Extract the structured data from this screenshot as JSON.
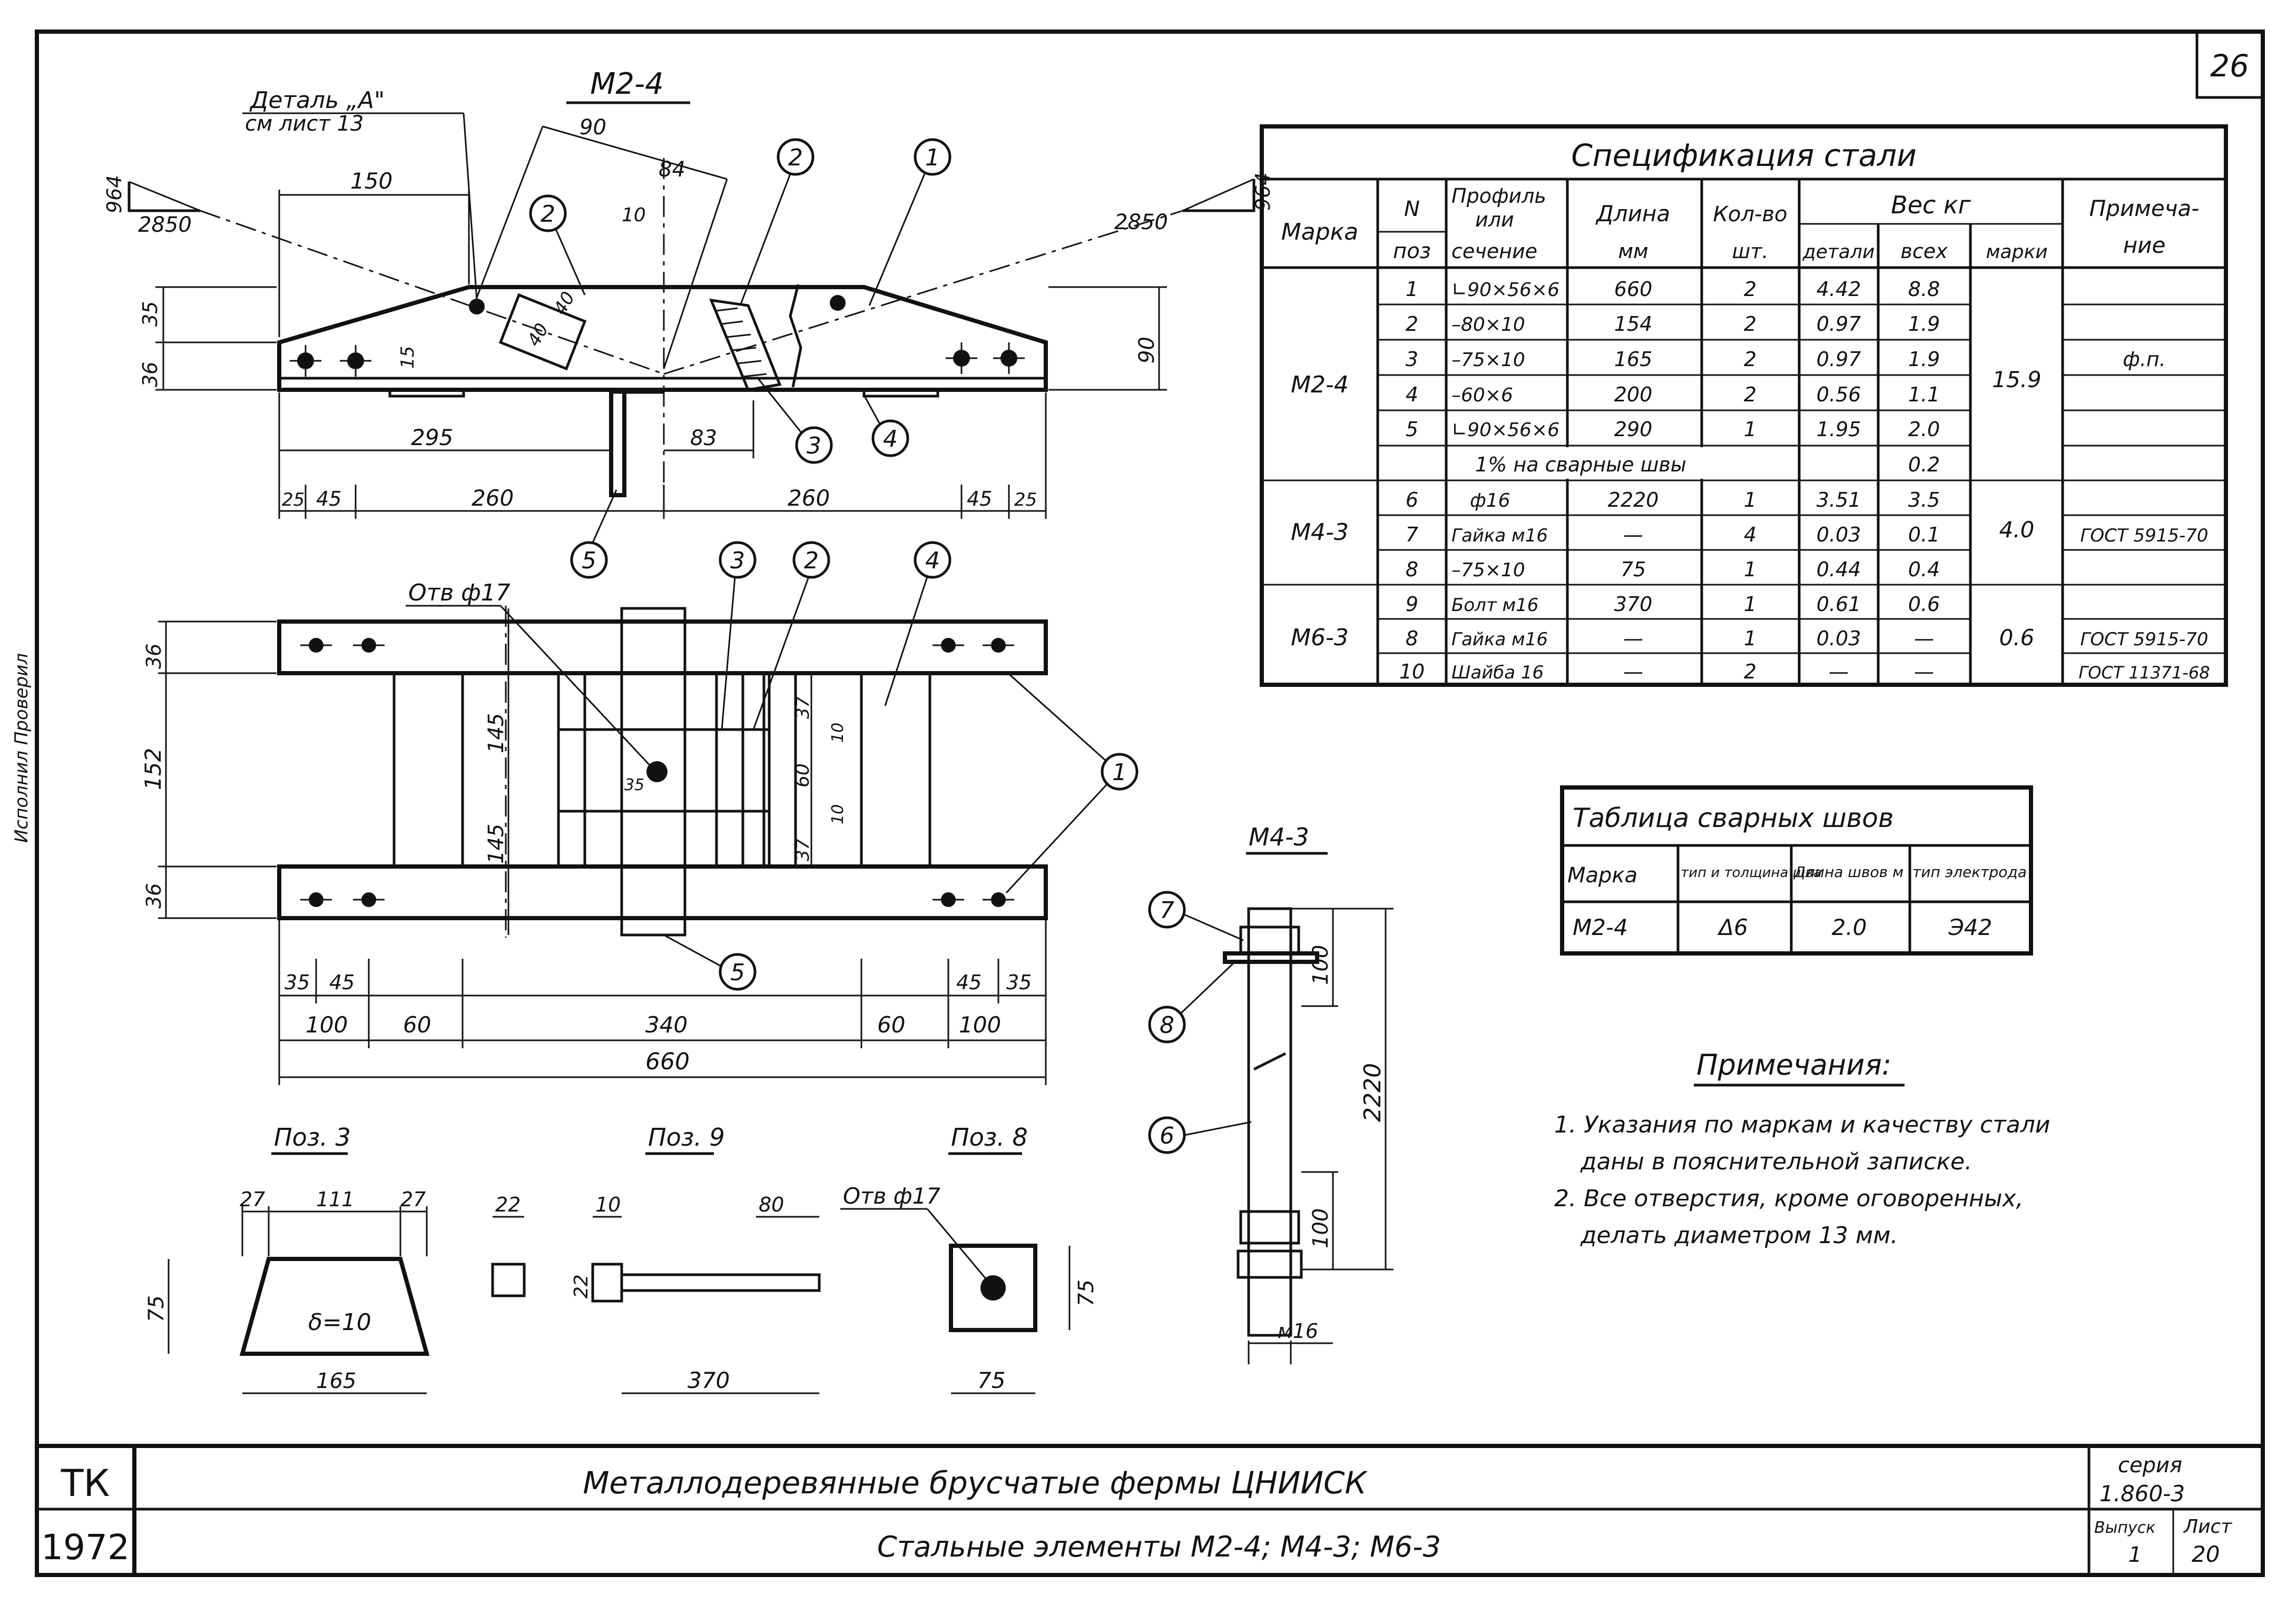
{
  "sheet_number": "26",
  "detail_ref": {
    "line1": "Деталь „А\"",
    "line2": "см лист 13"
  },
  "main_view": {
    "title": "М2-4",
    "slope_left": {
      "rise": "964",
      "run": "2850"
    },
    "slope_right": {
      "rise": "964",
      "run": "2850"
    },
    "dims_top": [
      "150",
      "90",
      "84",
      "10",
      "40",
      "40",
      "15"
    ],
    "dims_side": [
      "35",
      "36",
      "90"
    ],
    "dims_bottom": [
      "295",
      "83",
      "25",
      "45",
      "260",
      "260",
      "45",
      "25"
    ]
  },
  "plan_view": {
    "hole_label": "Отв ф17",
    "dims_left": [
      "36",
      "152",
      "36"
    ],
    "dims_center": [
      "145",
      "145",
      "35",
      "37",
      "10",
      "60",
      "10",
      "37"
    ],
    "dims_bottom_row1": [
      "35",
      "45",
      "45",
      "35"
    ],
    "dims_bottom_row2": [
      "100",
      "60",
      "340",
      "60",
      "100"
    ],
    "dims_total": "660"
  },
  "callouts": [
    "1",
    "2",
    "3",
    "4",
    "5",
    "6",
    "7",
    "8"
  ],
  "details": {
    "poz3": {
      "title": "Поз. 3",
      "dims": [
        "27",
        "111",
        "27",
        "75",
        "165"
      ],
      "thickness": "δ=10"
    },
    "poz9": {
      "title": "Поз. 9",
      "dims": [
        "22",
        "10",
        "80",
        "22",
        "370"
      ]
    },
    "poz8": {
      "title": "Поз. 8",
      "hole_label": "Отв ф17",
      "dims": [
        "75",
        "75"
      ]
    },
    "m43": {
      "title": "М4-3",
      "dims": [
        "100",
        "2220",
        "100"
      ],
      "thread": "м16"
    }
  },
  "spec_table": {
    "title": "Спецификация стали",
    "headers": {
      "mark": "Марка",
      "pos": [
        "N",
        "поз"
      ],
      "profile": [
        "Профиль",
        "или",
        "сечение"
      ],
      "length": [
        "Длина",
        "мм"
      ],
      "qty": [
        "Кол-во",
        "шт."
      ],
      "weight": "Вес кг",
      "w_detail": "детали",
      "w_all": "всех",
      "w_mark": "марки",
      "note": [
        "Примеча-",
        "ние"
      ]
    },
    "groups": [
      {
        "mark": "М2-4",
        "mark_weight": "15.9",
        "rows": [
          {
            "pos": "1",
            "profile": "∟90×56×6",
            "length": "660",
            "qty": "2",
            "w_detail": "4.42",
            "w_all": "8.8",
            "note": ""
          },
          {
            "pos": "2",
            "profile": "–80×10",
            "length": "154",
            "qty": "2",
            "w_detail": "0.97",
            "w_all": "1.9",
            "note": ""
          },
          {
            "pos": "3",
            "profile": "–75×10",
            "length": "165",
            "qty": "2",
            "w_detail": "0.97",
            "w_all": "1.9",
            "note": "ф.п."
          },
          {
            "pos": "4",
            "profile": "–60×6",
            "length": "200",
            "qty": "2",
            "w_detail": "0.56",
            "w_all": "1.1",
            "note": ""
          },
          {
            "pos": "5",
            "profile": "∟90×56×6",
            "length": "290",
            "qty": "1",
            "w_detail": "1.95",
            "w_all": "2.0",
            "note": ""
          }
        ],
        "welds": {
          "label": "1% на сварные швы",
          "value": "0.2"
        }
      },
      {
        "mark": "М4-3",
        "mark_weight": "4.0",
        "rows": [
          {
            "pos": "6",
            "profile": "ф16",
            "length": "2220",
            "qty": "1",
            "w_detail": "3.51",
            "w_all": "3.5",
            "note": ""
          },
          {
            "pos": "7",
            "profile": "Гайка м16",
            "length": "—",
            "qty": "4",
            "w_detail": "0.03",
            "w_all": "0.1",
            "note": "ГОСТ 5915-70"
          },
          {
            "pos": "8",
            "profile": "–75×10",
            "length": "75",
            "qty": "1",
            "w_detail": "0.44",
            "w_all": "0.4",
            "note": ""
          }
        ]
      },
      {
        "mark": "М6-3",
        "mark_weight": "0.6",
        "rows": [
          {
            "pos": "9",
            "profile": "Болт м16",
            "length": "370",
            "qty": "1",
            "w_detail": "0.61",
            "w_all": "0.6",
            "note": ""
          },
          {
            "pos": "8",
            "profile": "Гайка м16",
            "length": "—",
            "qty": "1",
            "w_detail": "0.03",
            "w_all": "—",
            "note": "ГОСТ 5915-70"
          },
          {
            "pos": "10",
            "profile": "Шайба 16",
            "length": "—",
            "qty": "2",
            "w_detail": "—",
            "w_all": "—",
            "note": "ГОСТ 11371-68"
          }
        ]
      }
    ]
  },
  "weld_table": {
    "title": "Таблица сварных швов",
    "headers": [
      "Марка",
      "тип и толщина шва",
      "Длина швов м",
      "тип электрода"
    ],
    "rows": [
      [
        "М2-4",
        "Δ6",
        "2.0",
        "Э42"
      ]
    ]
  },
  "notes": {
    "title": "Примечания:",
    "items": [
      "1. Указания по маркам и качеству стали",
      "даны в пояснительной записке.",
      "2. Все отверстия, кроме оговоренных,",
      "делать диаметром 13 мм."
    ]
  },
  "side_stamp": "Исполнил  Проверил",
  "title_block": {
    "org": "ТК",
    "year": "1972",
    "title": "Металлодеревянные брусчатые фермы ЦНИИСК",
    "subtitle": "Стальные элементы М2-4;  М4-3;  М6-3",
    "series_label": "серия",
    "series": "1.860-3",
    "issue_label": "Выпуск",
    "issue": "1",
    "sheet_label": "Лист",
    "sheet": "20"
  }
}
